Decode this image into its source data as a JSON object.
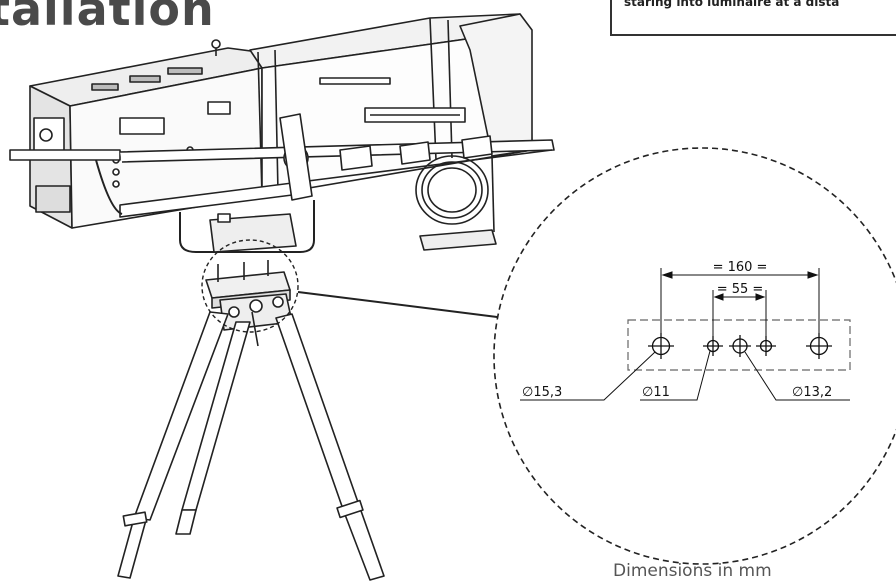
{
  "header": {
    "title": "tallation",
    "warning_snippet": "staring into luminaire at a dista"
  },
  "detail": {
    "dim_160": "= 160 =",
    "dim_55": "= 55 =",
    "hole_a": "∅15,3",
    "hole_b": "∅11",
    "hole_c": "∅13,2"
  },
  "caption": "Dimensions in mm"
}
